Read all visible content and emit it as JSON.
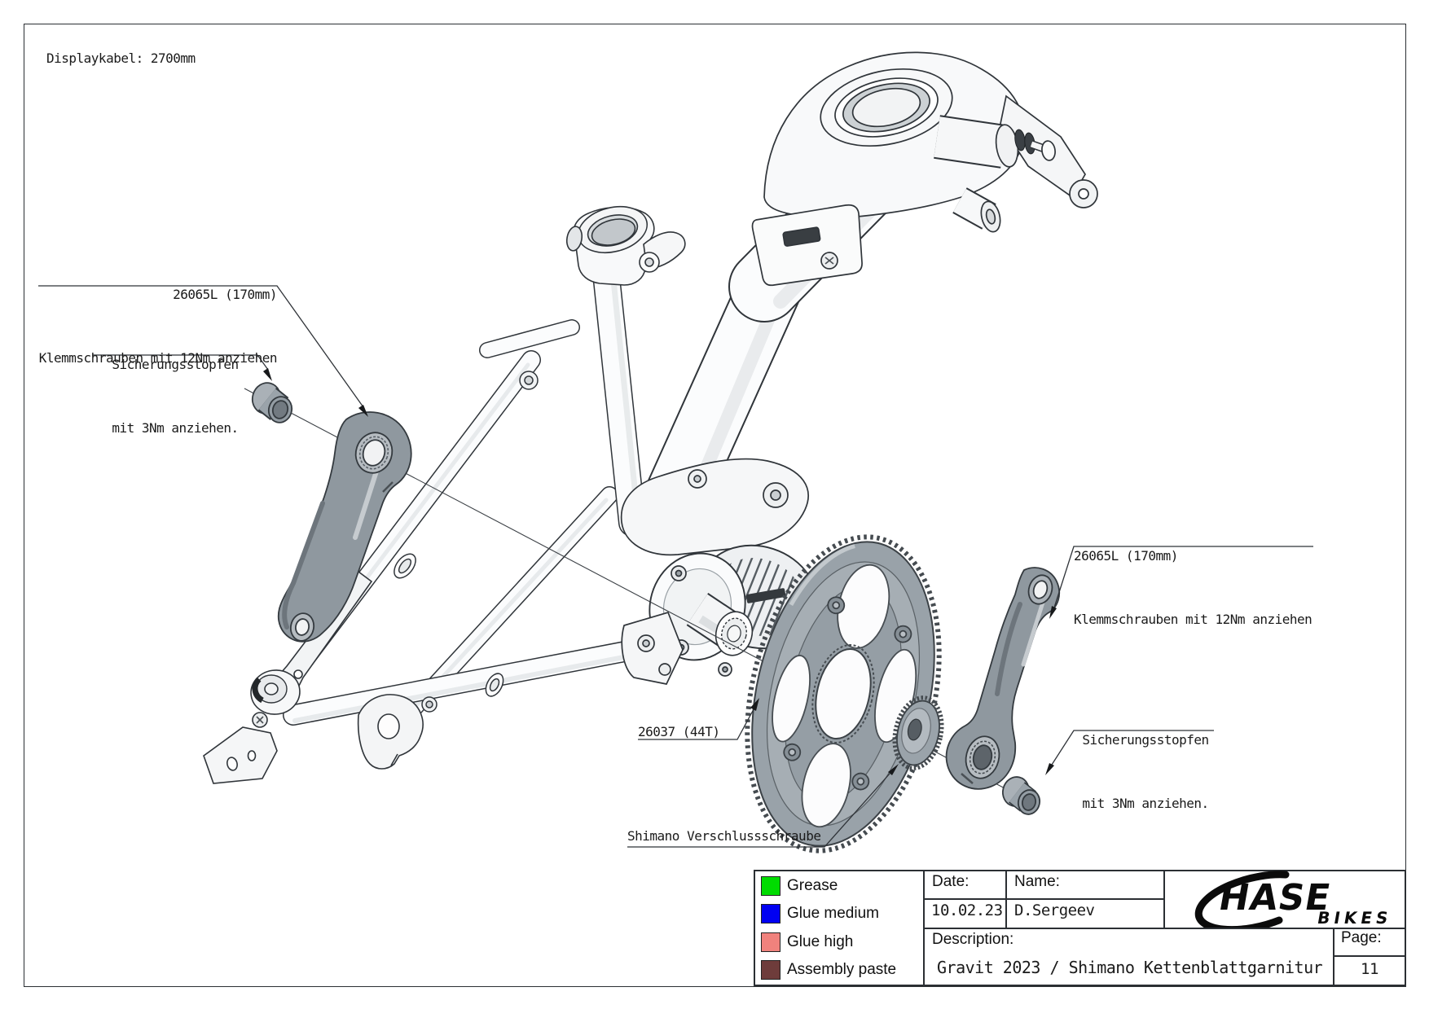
{
  "page": {
    "note": "Displaykabel: 2700mm"
  },
  "labels": {
    "crank_left": {
      "line1": "26065L (170mm)",
      "line2": "Klemmschrauben mit 12Nm anziehen"
    },
    "plug_left": {
      "line1": "Sicherungsstopfen",
      "line2": "mit 3Nm anziehen."
    },
    "crank_right": {
      "line1": "26065L (170mm)",
      "line2": "Klemmschrauben mit 12Nm anziehen"
    },
    "plug_right": {
      "line1": "Sicherungsstopfen",
      "line2": "mit 3Nm anziehen."
    },
    "chainring": "26037 (44T)",
    "lockring": "Shimano Verschlussschraube"
  },
  "legend": {
    "items": [
      {
        "label": "Grease",
        "color": "#00dc00"
      },
      {
        "label": "Glue medium",
        "color": "#0000f2"
      },
      {
        "label": "Glue high",
        "color": "#f0827d"
      },
      {
        "label": "Assembly paste",
        "color": "#6e3c3b"
      }
    ]
  },
  "title_block": {
    "date_label": "Date:",
    "date_value": "10.02.23",
    "name_label": "Name:",
    "name_value": "D.Sergeev",
    "description_label": "Description:",
    "description_value": "Gravit 2023 / Shimano Kettenblattgarnitur",
    "page_label": "Page:",
    "page_value": "11",
    "brand_line1": "HASE",
    "brand_line2": "BIKES"
  },
  "drawing": {
    "tube_logo_1": "HASE",
    "tube_logo_2": "BIKES"
  }
}
